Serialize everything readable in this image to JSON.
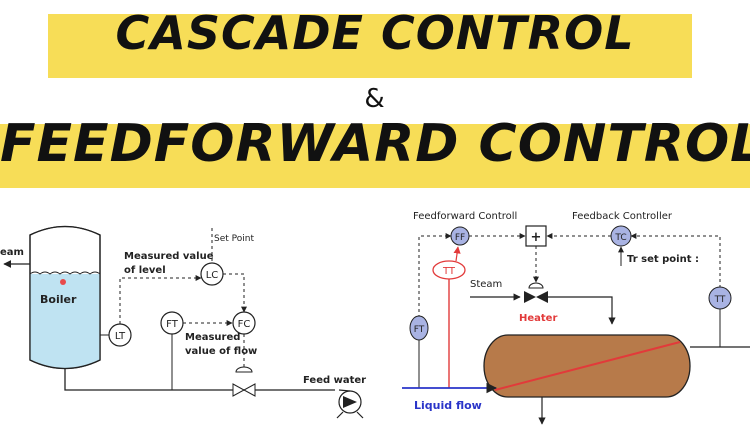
{
  "header": {
    "title_line1": "CASCADE CONTROL",
    "ampersand": "&",
    "title_line2": "FEEDFORWARD CONTROL",
    "highlight_color": "#f7dd57"
  },
  "cascade": {
    "steam_label": "eam",
    "boiler_label": "Boiler",
    "set_point_label": "Set Point",
    "measured_level_line1": "Measured value",
    "measured_level_line2": "of level",
    "measured_flow_line1": "Measured",
    "measured_flow_line2": "value of flow",
    "feed_water_label": "Feed water",
    "instruments": {
      "lc": "LC",
      "lt": "LT",
      "ft": "FT",
      "fc": "FC"
    },
    "water_color": "#bfe3f2"
  },
  "feedforward": {
    "feedforward_label": "Feedforward Controll",
    "feedback_label": "Feedback Controller",
    "tr_set_point_label": "Tr set point :",
    "steam_label": "Steam",
    "heater_label": "Heater",
    "liquid_flow_label": "Liquid flow",
    "summer_symbol": "+",
    "instruments": {
      "ff": "FF",
      "tc": "TC",
      "tt_red": "TT",
      "tt_out": "TT",
      "ft": "FT"
    },
    "vessel_color": "#b77a4a",
    "instrument_fill": "#a9b3e3",
    "signal_red": "#e23a3a",
    "liquid_blue": "#2a35c9"
  }
}
